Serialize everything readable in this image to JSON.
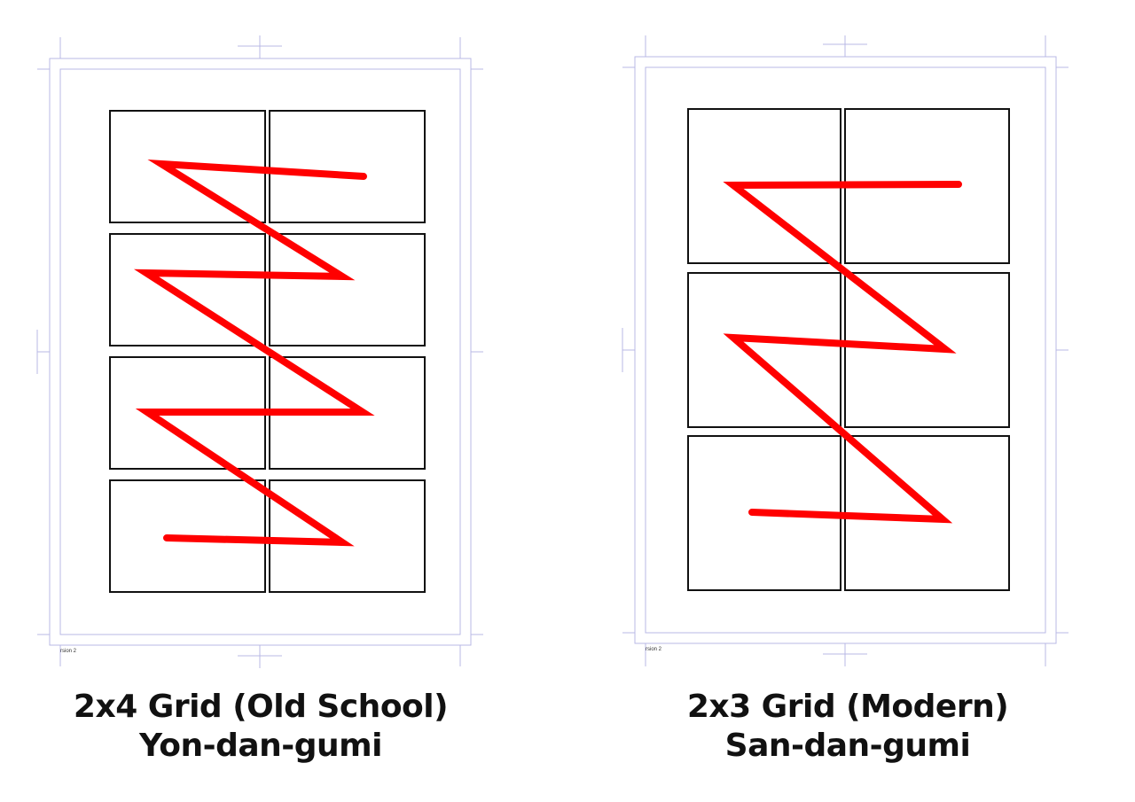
{
  "pages": [
    {
      "id": "left",
      "slug": "rsion 2",
      "caption": {
        "title": "2x4 Grid (Old School)",
        "subtitle": "Yon-dan-gumi"
      },
      "grid": {
        "cols": 2,
        "rows": 4
      }
    },
    {
      "id": "right",
      "slug": "rsion 2",
      "caption": {
        "title": "2x3 Grid (Modern)",
        "subtitle": "San-dan-gumi"
      },
      "grid": {
        "cols": 2,
        "rows": 3
      }
    }
  ],
  "colors": {
    "reading_path": "#ff0000",
    "panel_border": "#111111",
    "guides": "#b9b9e6"
  }
}
